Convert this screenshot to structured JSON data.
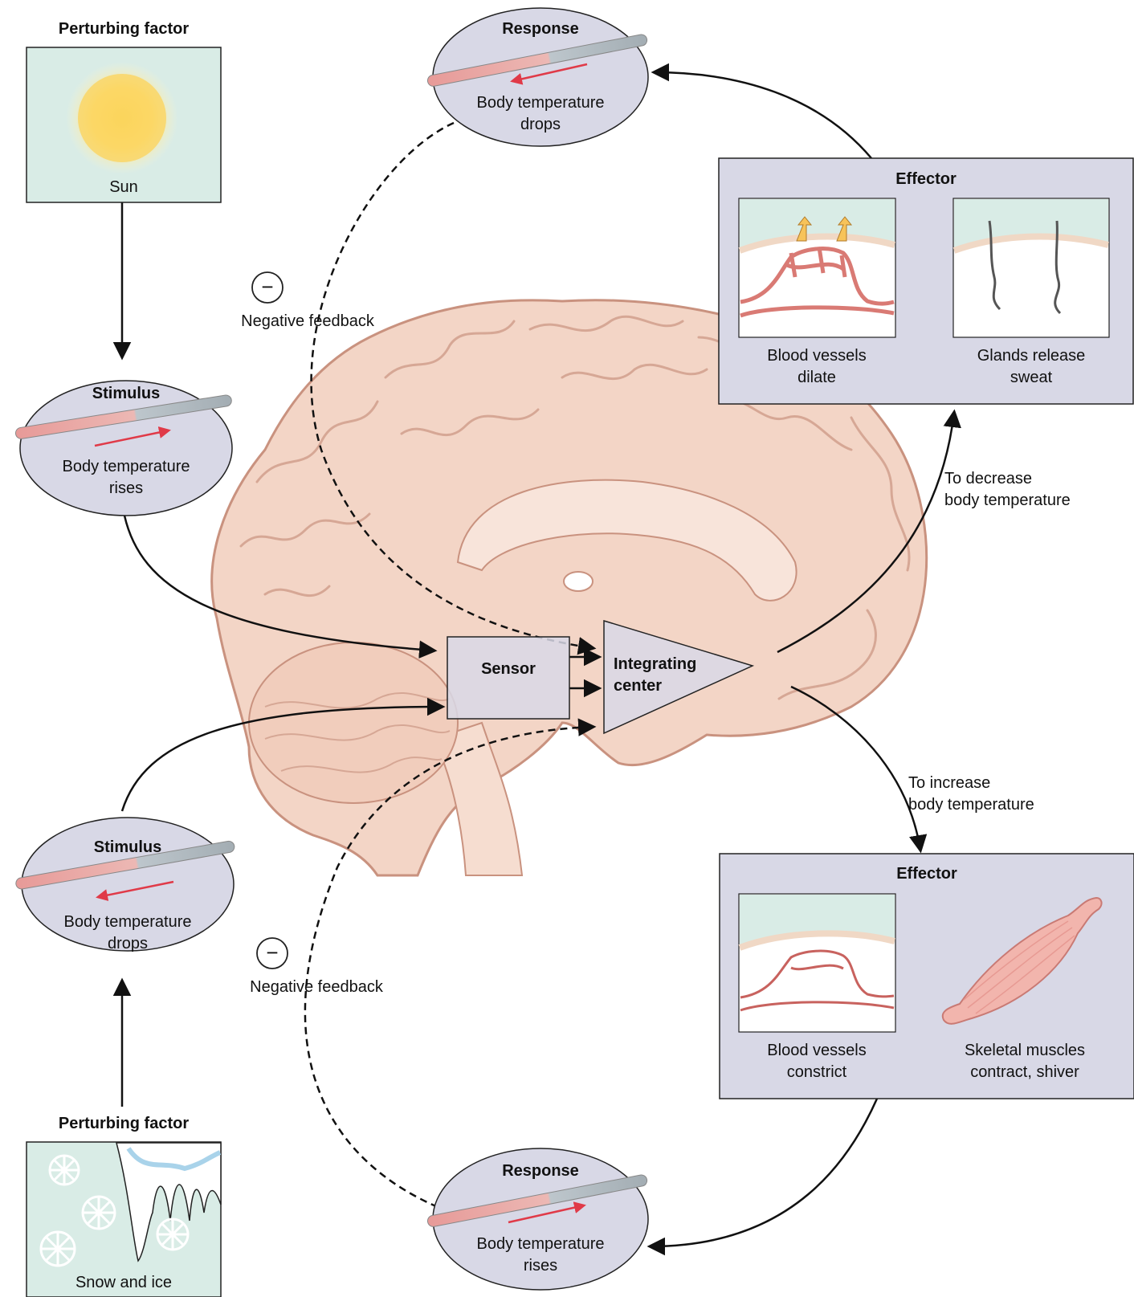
{
  "perturb_top": {
    "title": "Perturbing factor",
    "caption": "Sun"
  },
  "stimulus_top": {
    "title": "Stimulus",
    "line1": "Body temperature",
    "line2": "rises"
  },
  "response_top": {
    "title": "Response",
    "line1": "Body temperature",
    "line2": "drops"
  },
  "feedback_top": {
    "symbol": "−",
    "label": "Negative feedback"
  },
  "effector_top": {
    "title": "Effector",
    "panel1": {
      "line1": "Blood vessels",
      "line2": "dilate"
    },
    "panel2": {
      "line1": "Glands release",
      "line2": "sweat"
    }
  },
  "to_decrease": {
    "line1": "To decrease",
    "line2": "body temperature"
  },
  "sensor": {
    "label": "Sensor"
  },
  "integrating": {
    "line1": "Integrating",
    "line2": "center"
  },
  "to_increase": {
    "line1": "To increase",
    "line2": "body temperature"
  },
  "effector_bottom": {
    "title": "Effector",
    "panel1": {
      "line1": "Blood vessels",
      "line2": "constrict"
    },
    "panel2": {
      "line1": "Skeletal muscles",
      "line2": "contract, shiver"
    }
  },
  "stimulus_bottom": {
    "title": "Stimulus",
    "line1": "Body temperature",
    "line2": "drops"
  },
  "feedback_bottom": {
    "symbol": "−",
    "label": "Negative feedback"
  },
  "perturb_bottom": {
    "title": "Perturbing factor",
    "caption": "Snow and ice"
  },
  "response_bottom": {
    "title": "Response",
    "line1": "Body temperature",
    "line2": "rises"
  },
  "colors": {
    "oval_fill": "#d8d8e6",
    "box_fill": "#d8d8e6",
    "panel_bg": "#d9ece6",
    "brain": "#f3d5c6",
    "brain_line": "#c9927f",
    "vessel": "#d97a74",
    "arrow_red": "#e03a48",
    "sun": "#f9d56b",
    "warm_arrow": "#f7c35a"
  }
}
